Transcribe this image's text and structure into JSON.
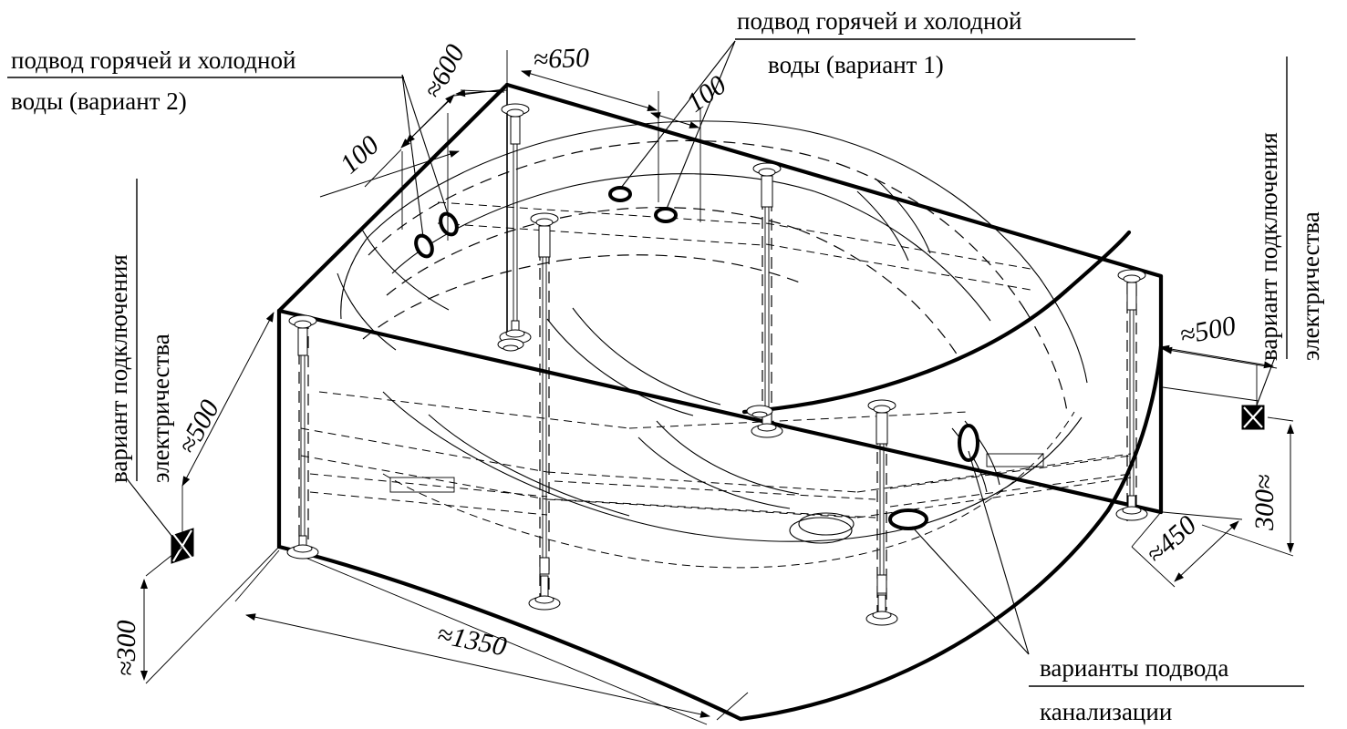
{
  "drawing": {
    "title_kind": "corner-bathtub-installation-diagram",
    "units_note": "mm"
  },
  "annotations": {
    "water_variant_2": {
      "line1": "подвод горячей и холодной",
      "line2": "воды (вариант 2)"
    },
    "water_variant_1": {
      "line1": "подвод горячей и холодной",
      "line2": "воды (вариант 1)"
    },
    "electric_left": {
      "line1": "вариант подключения",
      "line2": "электричества"
    },
    "electric_right": {
      "line1": "вариант подключения",
      "line2": "электричества"
    },
    "sewer": {
      "line1": "варианты подвода",
      "line2": "канализации"
    }
  },
  "dimensions": {
    "top_left_100": "100",
    "top_depth_600": "≈600",
    "top_width_650": "≈650",
    "top_right_100": "100",
    "left_height_500": "≈500",
    "left_height_300": "≈300",
    "bottom_length_1350": "≈1350",
    "right_width_500": "≈500",
    "right_height_300": "300≈",
    "right_depth_450": "≈450"
  },
  "markers": {
    "water_port_icon": "water-supply-port",
    "sewer_port_icon": "sewer-outlet-ellipse",
    "electric_socket_icon": "electrical-socket",
    "leg_icon": "adjustable-leg"
  },
  "colors": {
    "ink": "#000000",
    "paper": "#ffffff"
  }
}
